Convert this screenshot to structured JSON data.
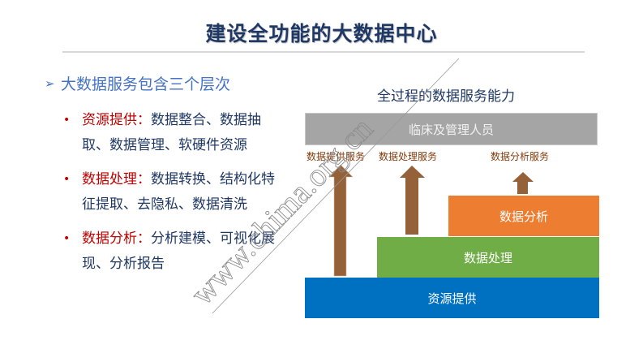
{
  "slide": {
    "title": "建设全功能的大数据中心",
    "heading": {
      "marker_icon": "➢",
      "text": "大数据服务包含三个层次"
    },
    "bullets": [
      {
        "term": "资源提供",
        "separator": "：",
        "desc": "数据整合、数据抽取、数据管理、软硬件资源"
      },
      {
        "term": "数据处理",
        "separator": "：",
        "desc": "数据转换、结构化特征提取、去隐私、数据清洗"
      },
      {
        "term": "数据分析",
        "separator": "：",
        "desc": "分析建模、可视化展现、分析报告"
      }
    ],
    "bullet_icon": "•"
  },
  "diagram": {
    "title": "全过程的数据服务能力",
    "top_box": {
      "label": "临床及管理人员",
      "color": "#A5A5A5"
    },
    "service_labels": [
      "数据提供服务",
      "数据处理服务",
      "数据分析服务"
    ],
    "layers": [
      {
        "label": "数据分析",
        "color": "#ED7D31"
      },
      {
        "label": "数据处理",
        "color": "#70AD47"
      },
      {
        "label": "资源提供",
        "color": "#0070C0"
      }
    ],
    "arrow_color": "#946139",
    "label_color": "#843C0C"
  },
  "watermark": {
    "text": "www.chima.org.cn"
  },
  "colors": {
    "title": "#1F3864",
    "heading": "#4472C4",
    "term": "#C00000",
    "body_text": "#1F3864"
  }
}
